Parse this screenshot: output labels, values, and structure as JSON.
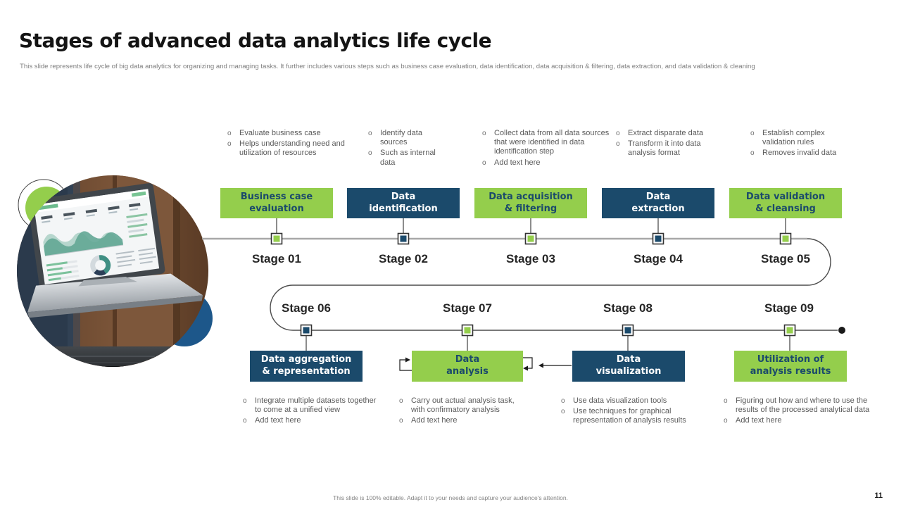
{
  "slide": {
    "title": "Stages of advanced data analytics life cycle",
    "subtitle": "This slide represents life cycle of big data analytics for organizing and managing tasks. It further includes various steps such as business case evaluation, data identification, data acquisition & filtering, data extraction, and data validation & cleaning",
    "footer": "This slide is 100% editable. Adapt it to your needs and capture your audience's attention.",
    "page_number": "11"
  },
  "colors": {
    "green": "#94CE4C",
    "navy": "#1B4A6B",
    "navy_circle": "#1D578A",
    "line_gray": "#A8A8A8",
    "line_dark": "#4D4D4D"
  },
  "stages": [
    {
      "label": "Stage 01",
      "box": "Business case\nevaluation",
      "color": "green",
      "bullets": [
        "Evaluate business case",
        "Helps understanding need and utilization of resources"
      ]
    },
    {
      "label": "Stage 02",
      "box": "Data\nidentification",
      "color": "navy",
      "bullets": [
        "Identify data sources",
        "Such as internal data"
      ]
    },
    {
      "label": "Stage 03",
      "box": "Data acquisition\n& filtering",
      "color": "green",
      "bullets": [
        "Collect data from all data sources that were identified in data identification step",
        "Add text here"
      ]
    },
    {
      "label": "Stage 04",
      "box": "Data\nextraction",
      "color": "navy",
      "bullets": [
        "Extract disparate data",
        "Transform it into data analysis format"
      ]
    },
    {
      "label": "Stage 05",
      "box": "Data validation\n& cleansing",
      "color": "green",
      "bullets": [
        "Establish complex validation rules",
        "Removes invalid data"
      ]
    },
    {
      "label": "Stage 06",
      "box": "Data aggregation\n& representation",
      "color": "navy",
      "bullets": [
        "Integrate multiple datasets together to come at a unified view",
        "Add text here"
      ]
    },
    {
      "label": "Stage 07",
      "box": "Data\nanalysis",
      "color": "green",
      "bullets": [
        "Carry out actual analysis task, with confirmatory analysis",
        "Add text here"
      ]
    },
    {
      "label": "Stage 08",
      "box": "Data\nvisualization",
      "color": "navy",
      "bullets": [
        "Use data visualization tools",
        "Use techniques for graphical representation of analysis results"
      ]
    },
    {
      "label": "Stage 09",
      "box": "Utilization of\nanalysis results",
      "color": "green",
      "bullets": [
        "Figuring out how and where to use the results of the processed analytical data",
        "Add text here"
      ]
    }
  ]
}
